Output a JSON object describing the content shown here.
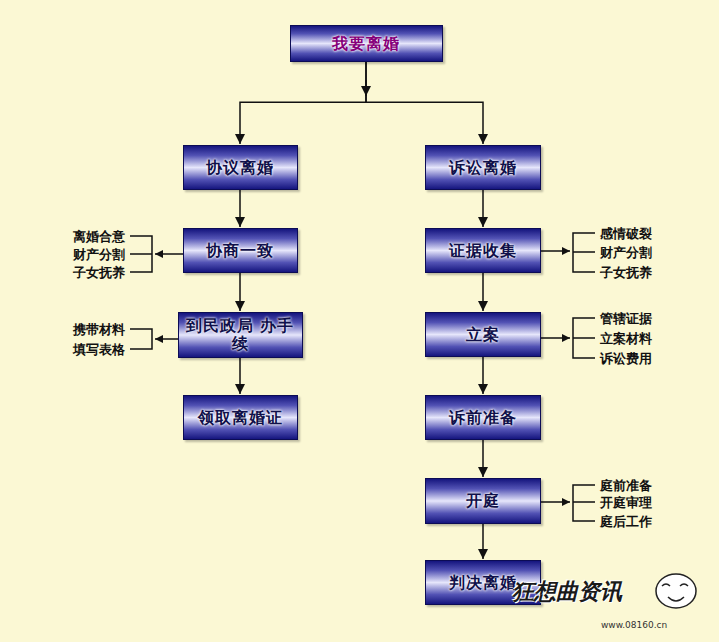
{
  "diagram": {
    "nodes": [
      {
        "text": [
          "我要离婚"
        ]
      },
      {
        "text": [
          "协议离婚"
        ]
      },
      {
        "text": [
          "诉讼离婚"
        ]
      },
      {
        "text": [
          "协商一致"
        ]
      },
      {
        "text": [
          "证据收集"
        ]
      },
      {
        "text": [
          "到民政局 办手续"
        ]
      },
      {
        "text": [
          "立案"
        ]
      },
      {
        "text": [
          "领取离婚证"
        ]
      },
      {
        "text": [
          "诉前准备"
        ]
      },
      {
        "text": [
          "开庭"
        ]
      },
      {
        "text": [
          "判决离婚"
        ]
      }
    ],
    "edges": [
      {
        "from": 0,
        "to": 1,
        "arrow": "to"
      },
      {
        "from": 0,
        "to": 2,
        "arrow": "to"
      },
      {
        "from": 1,
        "to": 3,
        "arrow": "to"
      },
      {
        "from": 3,
        "to": 5,
        "arrow": "to"
      },
      {
        "from": 5,
        "to": 7,
        "arrow": "to"
      },
      {
        "from": 2,
        "to": 4,
        "arrow": "to"
      },
      {
        "from": 4,
        "to": 6,
        "arrow": "to"
      },
      {
        "from": 6,
        "to": 8,
        "arrow": "to"
      },
      {
        "from": 8,
        "to": 9,
        "arrow": "to"
      },
      {
        "from": 9,
        "to": 10,
        "arrow": "to"
      }
    ],
    "labels": [
      "离婚合意",
      "财产分割",
      "子女抚养",
      "携带材料",
      "填写表格",
      "感情破裂",
      "财产分割",
      "子女抚养",
      "管辖证据",
      "立案材料",
      "诉讼费用",
      "庭前准备",
      "开庭审理",
      "庭后工作",
      "狂想曲资讯",
      "www.08160.cn"
    ]
  }
}
